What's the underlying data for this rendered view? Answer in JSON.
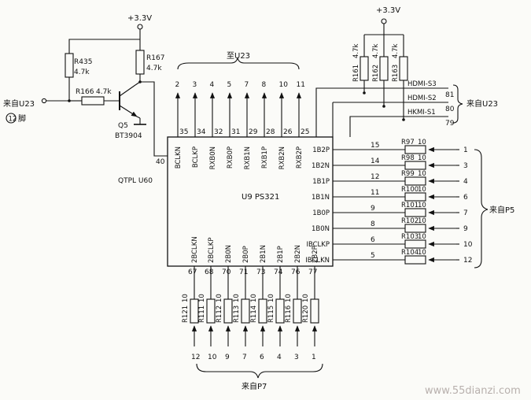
{
  "power": {
    "left": "+3.3V",
    "right": "+3.3V"
  },
  "left_circuit": {
    "input_label": "来自U23",
    "input_pin": "12",
    "input_pin_suffix": "脚",
    "r435": "R435",
    "r435_val": "4.7k",
    "r166": "R166",
    "r166_val": "4.7k",
    "r167": "R167",
    "r167_val": "4.7k",
    "q5": "Q5",
    "q5_part": "BT3904",
    "pin40": "40"
  },
  "chip": {
    "name": "U9 PS321",
    "side_label": "QTPL U60",
    "top_label": "至U23",
    "top_targets": [
      "2",
      "3",
      "4",
      "5",
      "7",
      "8",
      "10",
      "11"
    ],
    "top_pins": [
      "35",
      "34",
      "32",
      "31",
      "29",
      "28",
      "26",
      "25"
    ],
    "top_signals": [
      "BCLKN",
      "BCLKP",
      "RXB0N",
      "RXB0P",
      "RXB1N",
      "RXB1P",
      "RXB2N",
      "RXB2P"
    ],
    "right_signals": [
      "1B2P",
      "1B2N",
      "1B1P",
      "1B1N",
      "1B0P",
      "1B0N",
      "IBCLKP",
      "IBCLKN"
    ],
    "right_pins": [
      "15",
      "14",
      "12",
      "11",
      "9",
      "8",
      "6",
      "5"
    ],
    "bottom_signals": [
      "2BCLKN",
      "2BCLKP",
      "2B0N",
      "2B0P",
      "2B1N",
      "2B1P",
      "2B2N",
      "2B2P"
    ],
    "bottom_pins": [
      "67",
      "68",
      "70",
      "71",
      "73",
      "74",
      "76",
      "77"
    ]
  },
  "right_resistors": {
    "names": [
      "R97",
      "R98",
      "R99",
      "R100",
      "R101",
      "R102",
      "R103",
      "R104"
    ],
    "value": "10",
    "connector_pins": [
      "1",
      "3",
      "4",
      "6",
      "7",
      "9",
      "10",
      "12"
    ],
    "group_label": "来自P5"
  },
  "hdmi": {
    "resistors": [
      {
        "name": "R161",
        "value": "4.7k"
      },
      {
        "name": "R162",
        "value": "4.7k"
      },
      {
        "name": "R163",
        "value": "4.7k"
      }
    ],
    "signals": [
      "HDMI-S3",
      "HDMI-S2",
      "HKMI-S1"
    ],
    "pins": [
      "81",
      "80",
      "79"
    ],
    "group_label": "来自U23"
  },
  "bottom_resistors": {
    "names": [
      "R121",
      "R111",
      "R112",
      "R113",
      "R114",
      "R115",
      "R116",
      "R120"
    ],
    "value": "10",
    "connector_pins": [
      "12",
      "10",
      "9",
      "7",
      "6",
      "4",
      "3",
      "1"
    ],
    "group_label": "来自P7"
  },
  "watermark": "www.55dianzi.com"
}
